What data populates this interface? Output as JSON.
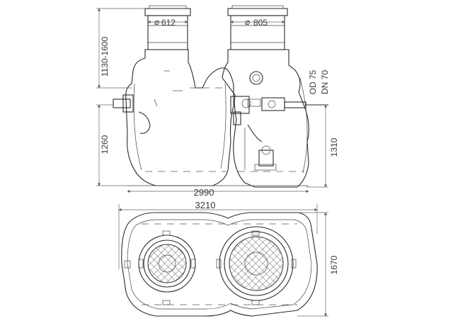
{
  "dimensions": {
    "height_range": "1130-1600",
    "height_lower": "1260",
    "height_right": "1310",
    "length_side": "2990",
    "length_top": "3210",
    "width_top": "1670",
    "shaft_left": "612",
    "shaft_right": "805",
    "pipe_od": "OD 75",
    "pipe_dn": "DN 70"
  },
  "symbols": {
    "diameter": "⌀"
  }
}
